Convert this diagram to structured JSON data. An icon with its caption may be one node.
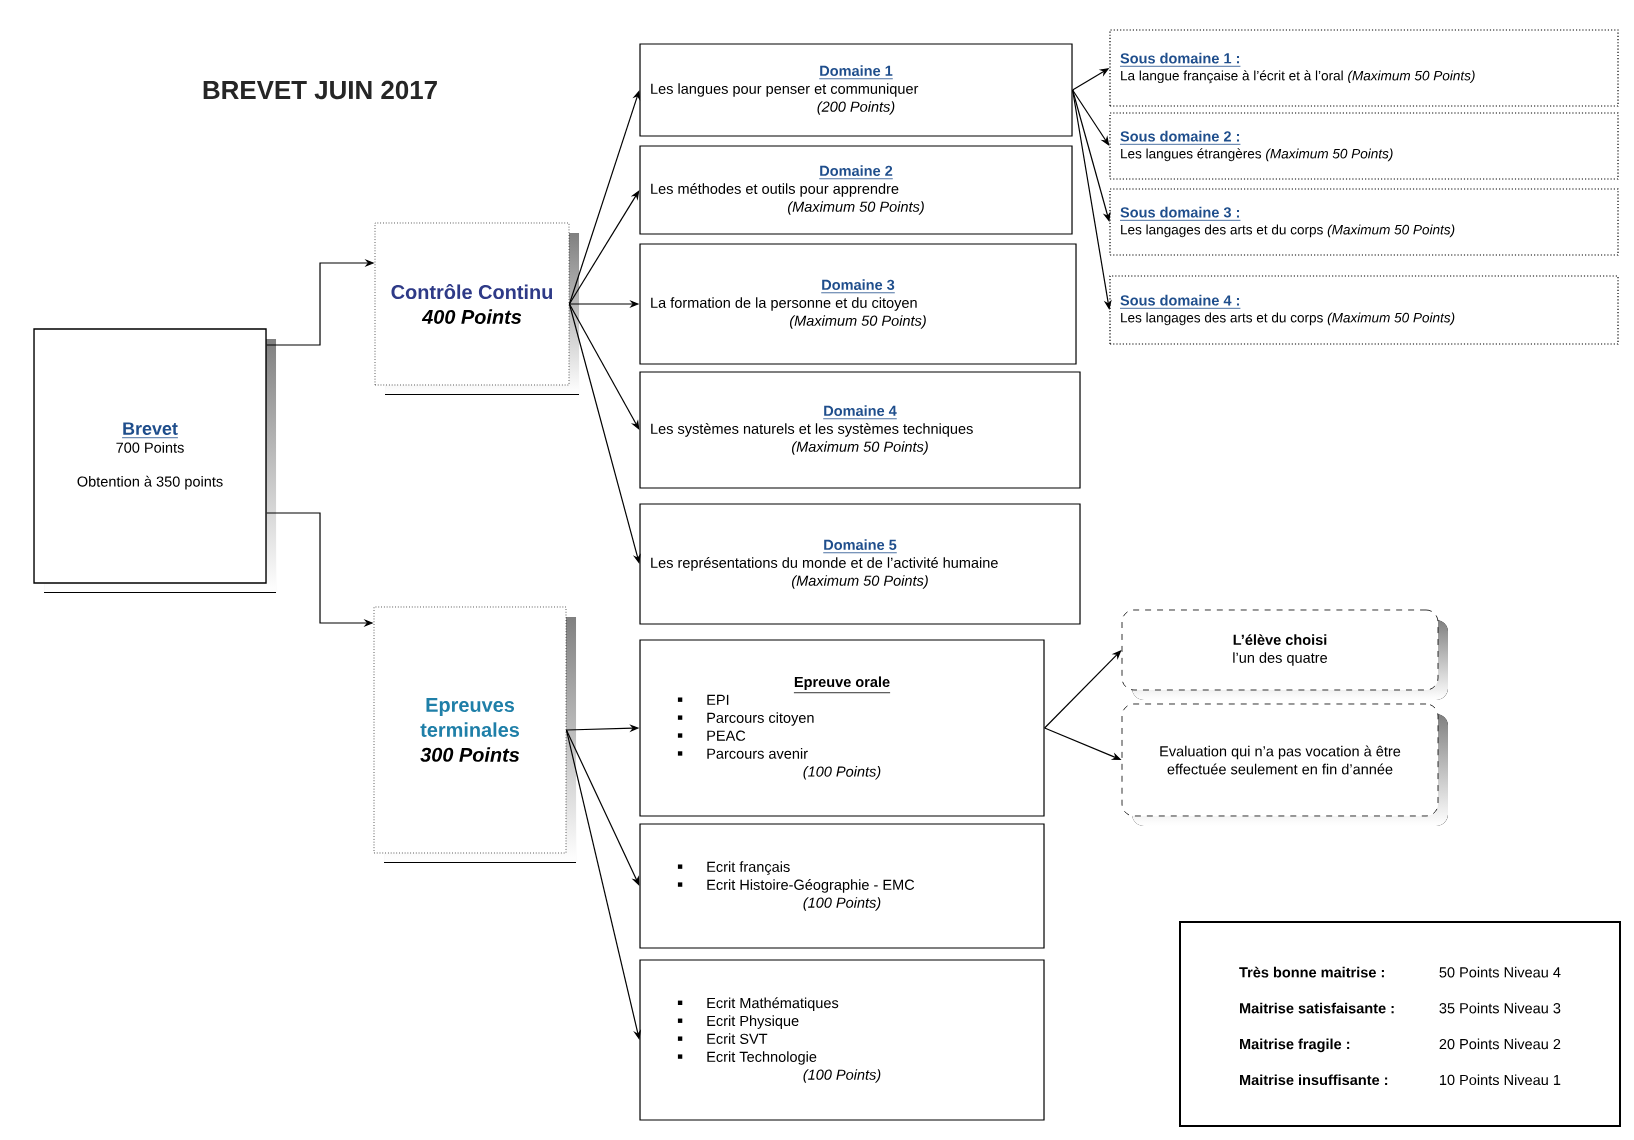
{
  "diagram": {
    "title": "BREVET JUIN 2017",
    "nodes": [
      {
        "text": [
          "Brevet",
          "700 Points",
          "Obtention à 350 points"
        ]
      },
      {
        "text": [
          "Contrôle Continu",
          "400 Points"
        ]
      },
      {
        "text": [
          "Epreuves terminales",
          "300 Points"
        ]
      },
      {
        "text": [
          "Domaine 1",
          "Les langues pour penser et communiquer",
          "(200 Points)"
        ]
      },
      {
        "text": [
          "Domaine 2",
          "Les méthodes et outils pour apprendre",
          "(Maximum 50 Points)"
        ]
      },
      {
        "text": [
          "Domaine 3",
          "La formation de la personne et du citoyen",
          "(Maximum 50 Points)"
        ]
      },
      {
        "text": [
          "Domaine 4",
          "Les systèmes naturels et les systèmes techniques",
          "(Maximum 50 Points)"
        ]
      },
      {
        "text": [
          "Domaine 5",
          "Les représentations du monde et de l’activité humaine",
          "(Maximum 50 Points)"
        ]
      },
      {
        "text": [
          "Sous domaine 1 :",
          "La langue française à l’écrit et à l’oral *(Maximum 50 Points)*"
        ]
      },
      {
        "text": [
          "Sous domaine 2 :",
          "Les langues étrangères *(Maximum 50 Points)*"
        ]
      },
      {
        "text": [
          "Sous domaine 3 :",
          "Les langages des arts et du corps *(Maximum 50 Points)*"
        ]
      },
      {
        "text": [
          "Sous domaine 4 :",
          "Les langages des arts et du corps *(Maximum 50 Points)*"
        ]
      },
      {
        "text": [
          "Epreuve orale",
          "EPI",
          "Parcours citoyen",
          "PEAC",
          "Parcours avenir",
          "(100 Points)"
        ]
      },
      {
        "text": [
          "Ecrit français",
          "Ecrit Histoire-Géographie - EMC",
          "(100 Points)"
        ]
      },
      {
        "text": [
          "Ecrit Mathématiques",
          "Ecrit Physique",
          "Ecrit SVT",
          "Ecrit Technologie",
          "(100 Points)"
        ]
      },
      {
        "text": [
          "L’élève choisi",
          "l’un des quatre"
        ]
      },
      {
        "text": [
          "Evaluation qui n’a pas vocation à être effectuée seulement en fin d’année"
        ]
      },
      {
        "text": [
          "Très bonne maitrise :",
          "50 Points Niveau 4",
          "Maitrise satisfaisante :",
          "35 Points Niveau 3",
          "Maitrise fragile :",
          "20 Points Niveau 2",
          "Maitrise insuffisante :",
          "10 Points Niveau 1"
        ]
      }
    ],
    "edges": [
      {
        "from": 0,
        "to": 1,
        "arrow": "to"
      },
      {
        "from": 0,
        "to": 2,
        "arrow": "to"
      },
      {
        "from": 1,
        "to": 3,
        "arrow": "to"
      },
      {
        "from": 1,
        "to": 4,
        "arrow": "to"
      },
      {
        "from": 1,
        "to": 5,
        "arrow": "to"
      },
      {
        "from": 1,
        "to": 6,
        "arrow": "to"
      },
      {
        "from": 1,
        "to": 7,
        "arrow": "to"
      },
      {
        "from": 3,
        "to": 8,
        "arrow": "to"
      },
      {
        "from": 3,
        "to": 9,
        "arrow": "to"
      },
      {
        "from": 3,
        "to": 10,
        "arrow": "to"
      },
      {
        "from": 3,
        "to": 11,
        "arrow": "to"
      },
      {
        "from": 2,
        "to": 12,
        "arrow": "to"
      },
      {
        "from": 2,
        "to": 13,
        "arrow": "to"
      },
      {
        "from": 2,
        "to": 14,
        "arrow": "to"
      },
      {
        "from": 12,
        "to": 15,
        "arrow": "to"
      },
      {
        "from": 12,
        "to": 16,
        "arrow": "to"
      }
    ]
  }
}
